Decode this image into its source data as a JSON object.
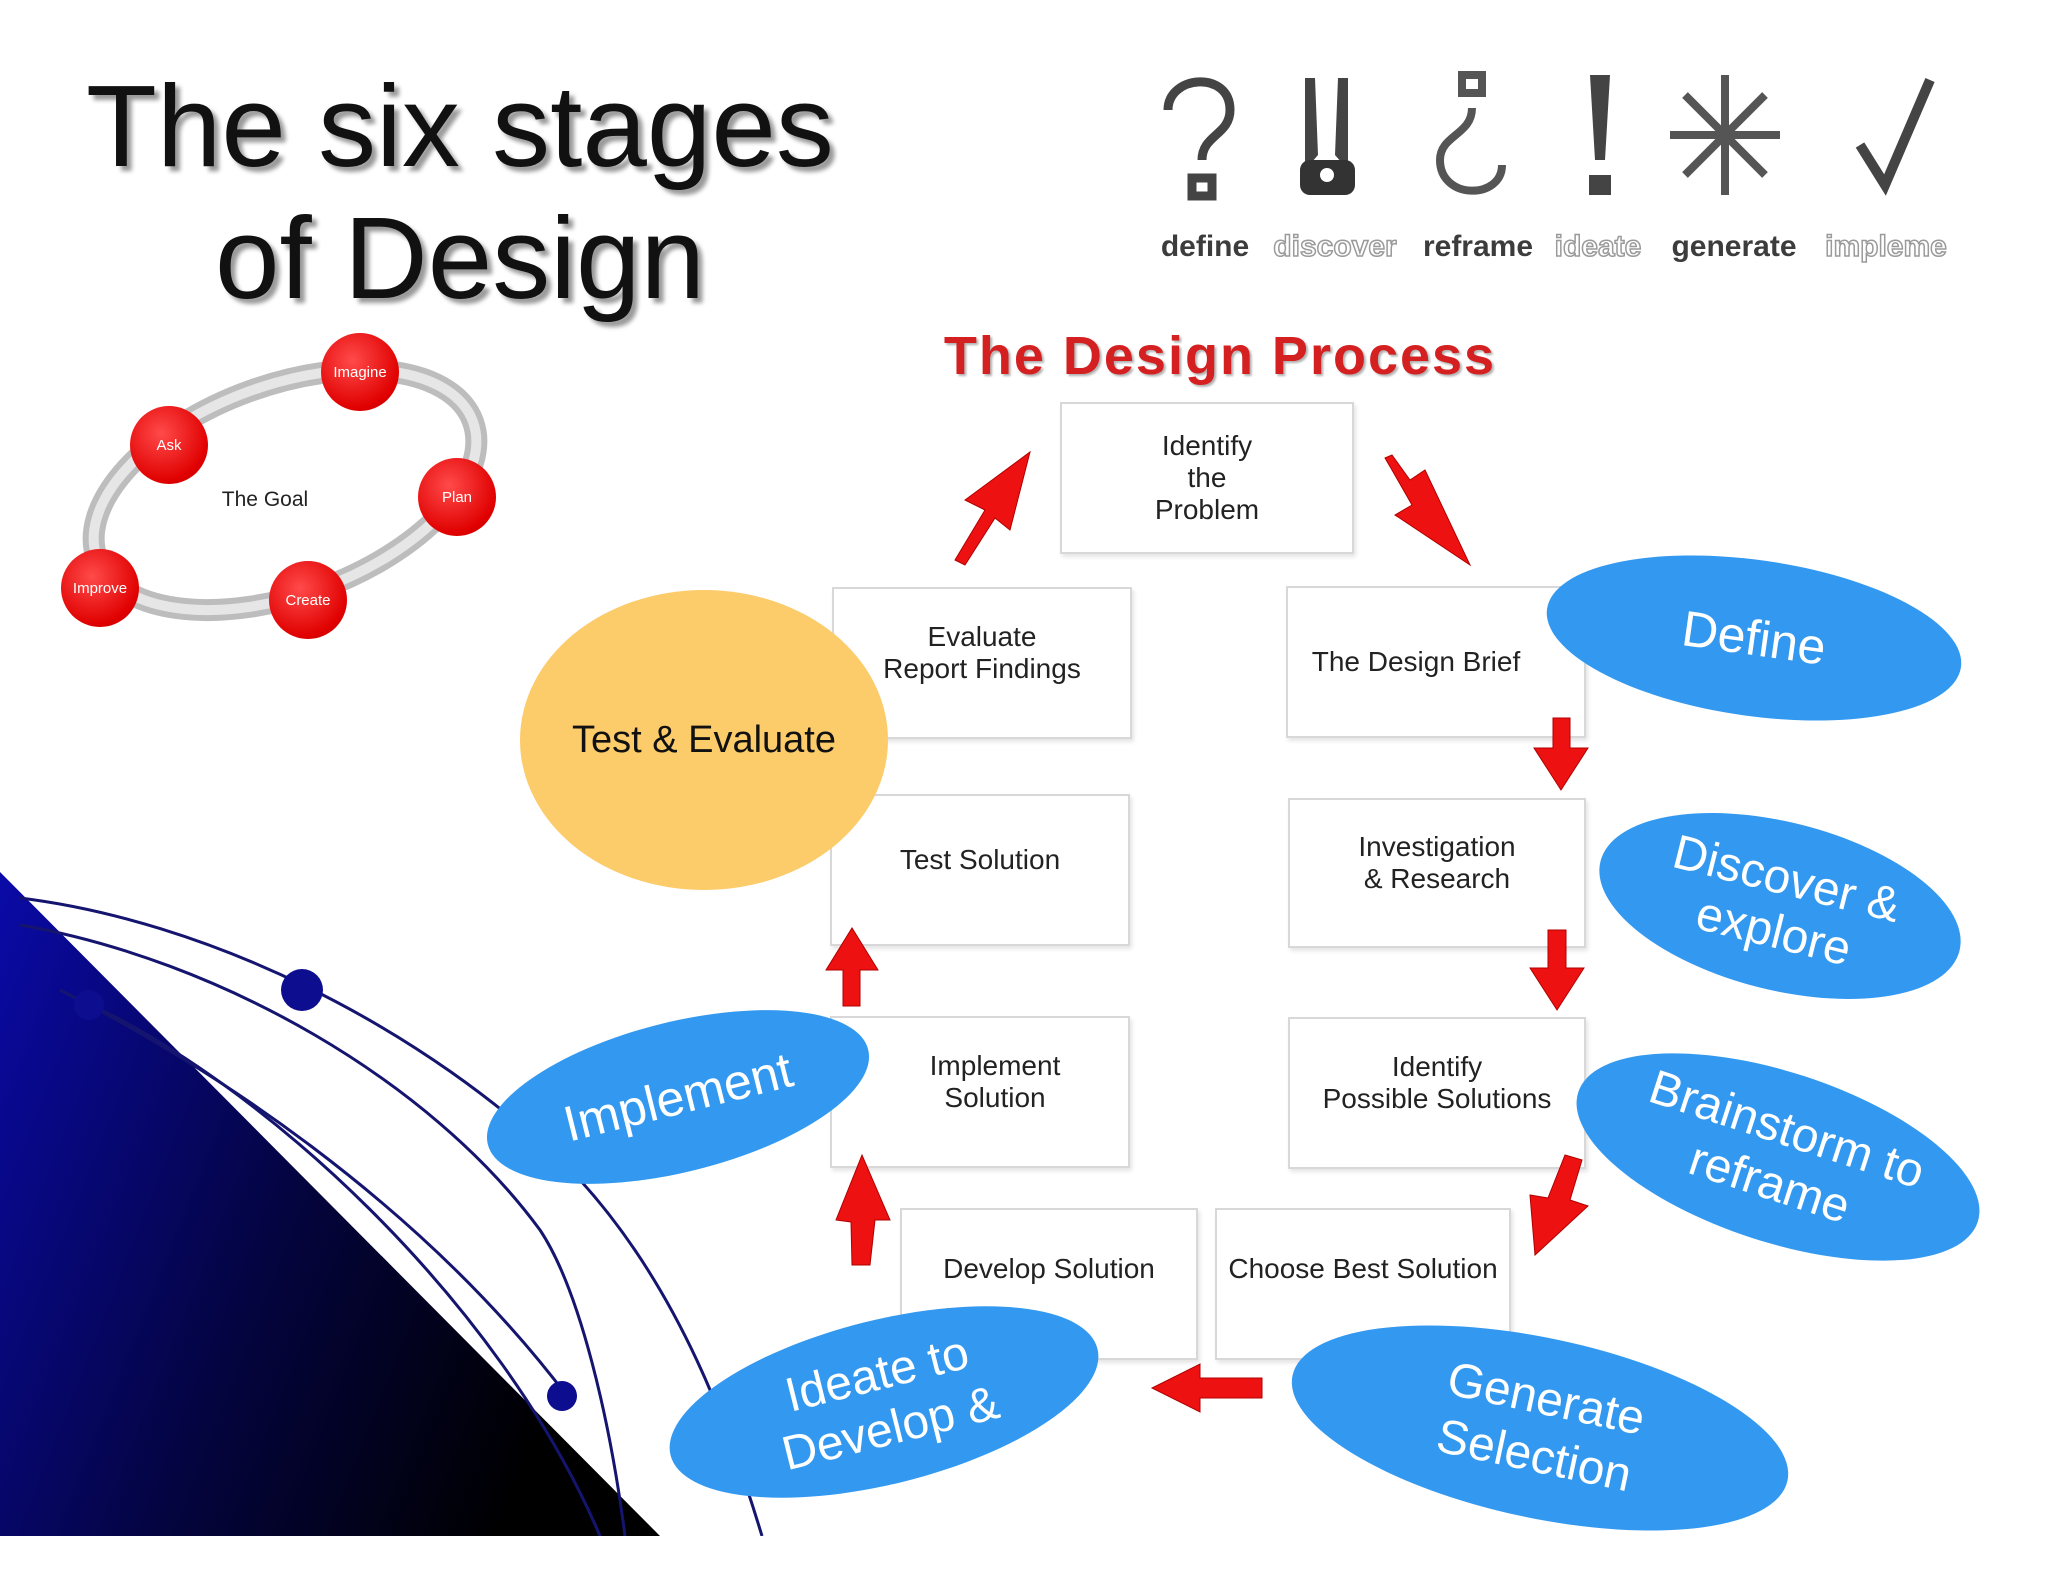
{
  "slide": {
    "title_line1": "The six stages",
    "title_line2": "of Design"
  },
  "icon_strip": {
    "labels": [
      {
        "text": "define",
        "style": "solid"
      },
      {
        "text": "discover",
        "style": "outlined"
      },
      {
        "text": "reframe",
        "style": "solid"
      },
      {
        "text": "ideate",
        "style": "outlined"
      },
      {
        "text": "generate",
        "style": "solid"
      },
      {
        "text": "impleme",
        "style": "outlined"
      }
    ],
    "icons": [
      "question-mark-icon",
      "clothespin-icon",
      "inverted-question-icon",
      "exclamation-icon",
      "asterisk-icon",
      "checkmark-icon"
    ]
  },
  "goal_cycle": {
    "center": "The Goal",
    "nodes": [
      "Imagine",
      "Plan",
      "Create",
      "Improve",
      "Ask"
    ],
    "node_color": "#e00000",
    "ring_color": "#c8c8c8"
  },
  "design_process": {
    "title": "The Design Process",
    "title_color": "#d42020",
    "steps": {
      "identify": "Identify\nthe\nProblem",
      "brief": "The Design Brief",
      "research": "Investigation\n& Research",
      "possible": "Identify\nPossible Solutions",
      "choose": "Choose Best Solution",
      "develop": "Develop Solution",
      "implement": "Implement\nSolution",
      "test": "Test Solution",
      "evaluate": "Evaluate\nReport Findings"
    },
    "arrow_color": "#ee1111"
  },
  "stage_ovals": {
    "define": "Define",
    "discover_line1": "Discover &",
    "discover_line2": "explore",
    "brainstorm_line1": "Brainstorm  to",
    "brainstorm_line2": "reframe",
    "generate_line1": "Generate",
    "generate_line2": "Selection",
    "ideate_line1": "Ideate  to",
    "ideate_line2": "Develop    &",
    "implement": "Implement",
    "test_evaluate": "Test  & Evaluate",
    "oval_color": "#3399f0",
    "test_color": "#fccb6a"
  }
}
